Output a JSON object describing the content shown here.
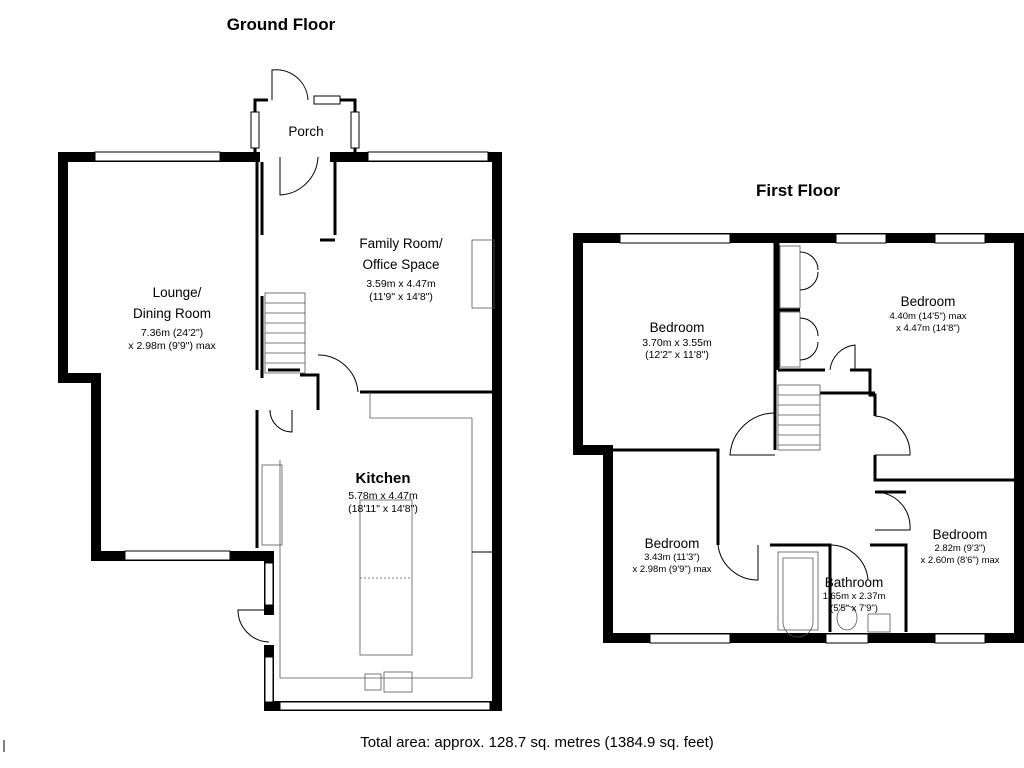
{
  "floors": {
    "ground": {
      "title": "Ground Floor",
      "rooms": {
        "porch": {
          "name": "Porch"
        },
        "family": {
          "name_line1": "Family Room/",
          "name_line2": "Office Space",
          "dim_metric": "3.59m x 4.47m",
          "dim_imperial": "(11'9\" x 14'8\")"
        },
        "lounge": {
          "name_line1": "Lounge/",
          "name_line2": "Dining Room",
          "dim_line1": "7.36m (24'2\")",
          "dim_line2": "x 2.98m (9'9\") max"
        },
        "kitchen": {
          "name": "Kitchen",
          "dim_metric": "5.78m x 4.47m",
          "dim_imperial": "(18'11\" x 14'8\")"
        }
      }
    },
    "first": {
      "title": "First Floor",
      "rooms": {
        "bed1": {
          "name": "Bedroom",
          "dim_metric": "3.70m x 3.55m",
          "dim_imperial": "(12'2\" x 11'8\")"
        },
        "bed2": {
          "name": "Bedroom",
          "dim_line1": "4.40m (14'5\") max",
          "dim_line2": "x 4.47m (14'8\")"
        },
        "bed3": {
          "name": "Bedroom",
          "dim_line1": "3.43m (11'3\")",
          "dim_line2": "x 2.98m (9'9\") max"
        },
        "bed4": {
          "name": "Bedroom",
          "dim_line1": "2.82m (9'3\")",
          "dim_line2": "x 2.60m (8'6\") max"
        },
        "bathroom": {
          "name": "Bathroom",
          "dim_metric": "1.65m x 2.37m",
          "dim_imperial": "(5'5\" x 7'9\")"
        }
      }
    }
  },
  "total_area": "Total area: approx. 128.7 sq. metres (1384.9 sq. feet)"
}
